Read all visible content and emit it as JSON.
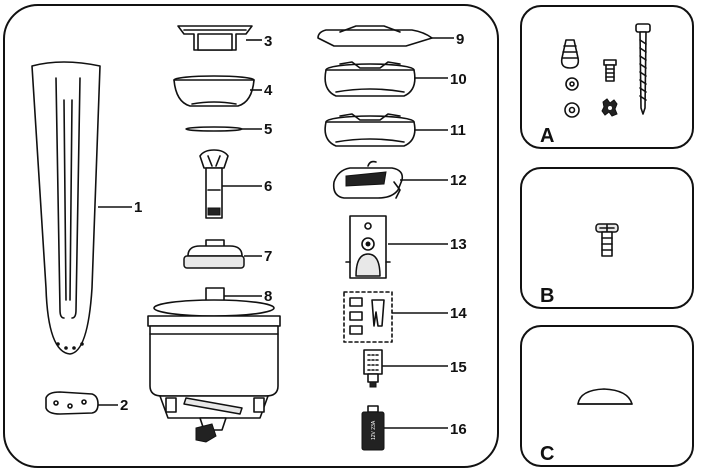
{
  "parts": [
    {
      "number": "1",
      "icon": "fan-blade"
    },
    {
      "number": "2",
      "icon": "blade-bracket"
    },
    {
      "number": "3",
      "icon": "mounting-bracket"
    },
    {
      "number": "4",
      "icon": "canopy"
    },
    {
      "number": "5",
      "icon": "canopy-trim-ring"
    },
    {
      "number": "6",
      "icon": "downrod"
    },
    {
      "number": "7",
      "icon": "coupling-cover"
    },
    {
      "number": "8",
      "icon": "motor-housing"
    },
    {
      "number": "9",
      "icon": "light-cover"
    },
    {
      "number": "10",
      "icon": "light-kit-plate"
    },
    {
      "number": "11",
      "icon": "switch-housing"
    },
    {
      "number": "12",
      "icon": "receiver"
    },
    {
      "number": "13",
      "icon": "wall-control"
    },
    {
      "number": "14",
      "icon": "wall-plate-and-screws"
    },
    {
      "number": "15",
      "icon": "led-bulb"
    },
    {
      "number": "16",
      "icon": "battery"
    }
  ],
  "hardware_packs": [
    {
      "letter": "A",
      "icon": "wire-nuts-washers-screws"
    },
    {
      "letter": "B",
      "icon": "blade-screw"
    },
    {
      "letter": "C",
      "icon": "blade-balancing-weight"
    }
  ],
  "battery_label": "12V 23A"
}
